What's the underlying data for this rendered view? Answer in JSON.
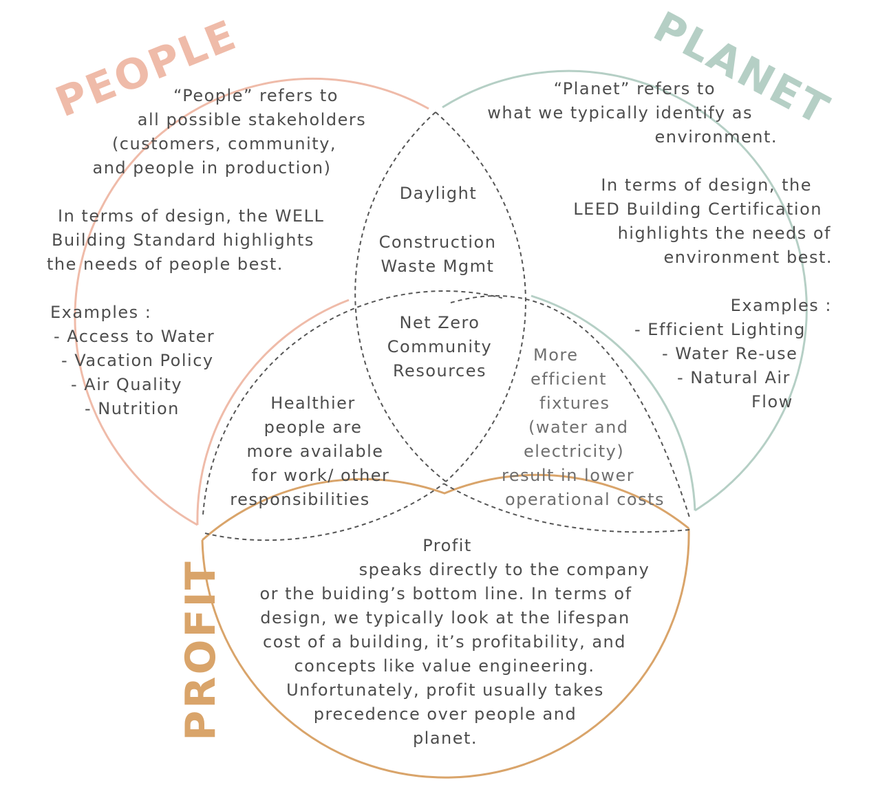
{
  "colors": {
    "people": "#efbba9",
    "planet": "#b5cfc5",
    "profit": "#d9a46a",
    "dashed": "#555555"
  },
  "labels": {
    "people": "PEOPLE",
    "planet": "PLANET",
    "profit": "PROFIT"
  },
  "people": {
    "intro": [
      "“People” refers to",
      "all possible stakeholders",
      "(customers, community,",
      "and people in production)"
    ],
    "design": [
      "In terms of design, the WELL",
      "Building Standard highlights",
      "the needs of people best."
    ],
    "examples_title": "Examples :",
    "examples": [
      "-   Access to Water",
      "-   Vacation Policy",
      "-   Air Quality",
      "-   Nutrition"
    ]
  },
  "planet": {
    "intro": [
      "“Planet” refers to",
      "what we typically identify as",
      "environment."
    ],
    "design": [
      "In terms of design, the",
      "LEED Building Certification",
      "highlights the needs of",
      "environment best."
    ],
    "examples_title": "Examples :",
    "examples": [
      "-   Efficient Lighting",
      "-   Water Re-use",
      "-   Natural Air",
      "Flow"
    ]
  },
  "people_planet": {
    "item1": "Daylight",
    "item2": [
      "Construction",
      "Waste Mgmt"
    ]
  },
  "center": [
    "Net Zero",
    "Community",
    "Resources"
  ],
  "people_profit": [
    "Healthier",
    "people are",
    "more available",
    "for work/ other",
    "responsibilities"
  ],
  "planet_profit": [
    "More",
    "efficient",
    "fixtures",
    "(water and",
    "electricity)",
    "result in lower",
    "operational costs"
  ],
  "profit": [
    "Profit",
    "speaks directly to the company",
    "or the buiding’s bottom line. In terms of",
    "design, we typically look at the lifespan",
    "cost of a building, it’s profitability, and",
    "concepts like value engineering.",
    "Unfortunately, profit usually takes",
    "precedence over people and",
    "planet."
  ]
}
